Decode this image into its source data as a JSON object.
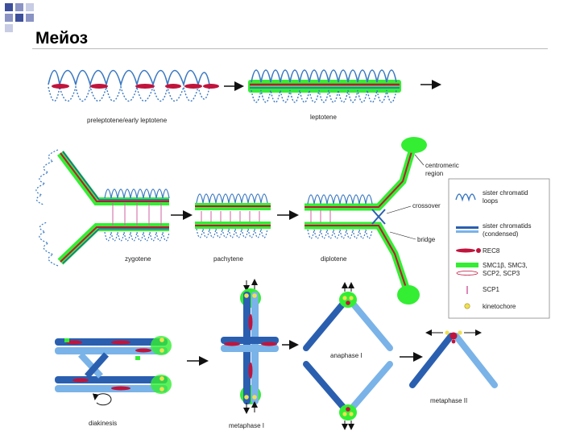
{
  "slide": {
    "title": "Мейоз"
  },
  "stages": {
    "preleptotene": "preleptotene/early leptotene",
    "leptotene": "leptotene",
    "zygotene": "zygotene",
    "pachytene": "pachytene",
    "diplotene": "diplotene",
    "diakinesis": "diakinesis",
    "metaphase1": "metaphase I",
    "anaphase1": "anaphase I",
    "metaphase2": "metaphase II"
  },
  "annotations": {
    "centromeric_line1": "centromeric",
    "centromeric_line2": "region",
    "crossover": "crossover",
    "bridge": "bridge"
  },
  "legend": {
    "loops_1": "sister chromatid",
    "loops_2": "loops",
    "condensed_1": "sister chromatids",
    "condensed_2": "(condensed)",
    "rec8": "REC8",
    "smc_1": "SMC1β, SMC3,",
    "smc_2": "SCP2, SCP3",
    "scp1": "SCP1",
    "kinetochore": "kinetochore"
  },
  "colors": {
    "loop_blue": "#3a78c2",
    "dark_blue": "#2a5fb0",
    "light_blue": "#7ab3e8",
    "rec8_red": "#c0143c",
    "axis_green": "#33ee33",
    "scp1_pink": "#d060a0",
    "kinetochore_yellow": "#f0e050",
    "corner_blue": "#3d4f9a"
  }
}
